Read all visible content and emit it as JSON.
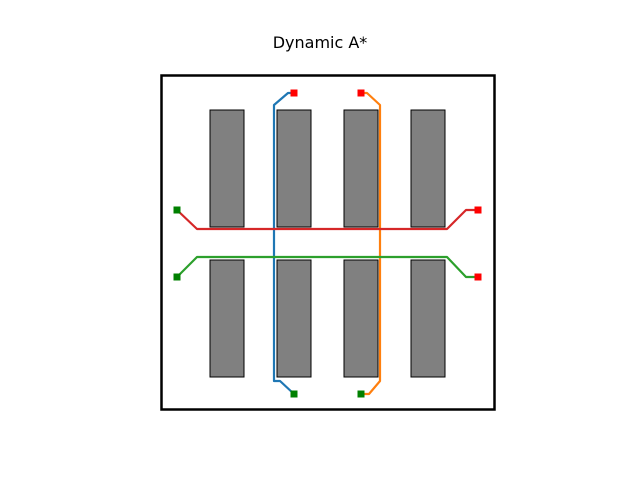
{
  "title": "Dynamic A*",
  "colors": {
    "background": "#ffffff",
    "frame": "#000000",
    "obstacle_fill": "#808080",
    "obstacle_stroke": "#000000",
    "start_marker": "#008000",
    "goal_marker": "#ff0000"
  },
  "obstacles": [
    {
      "id": "top-1"
    },
    {
      "id": "top-2"
    },
    {
      "id": "top-3"
    },
    {
      "id": "top-4"
    },
    {
      "id": "bottom-1"
    },
    {
      "id": "bottom-2"
    },
    {
      "id": "bottom-3"
    },
    {
      "id": "bottom-4"
    }
  ],
  "paths": [
    {
      "id": "blue",
      "color": "#1f77b4"
    },
    {
      "id": "orange",
      "color": "#ff7f0e"
    },
    {
      "id": "red",
      "color": "#d62728"
    },
    {
      "id": "green",
      "color": "#2ca02c"
    }
  ],
  "markers": [
    {
      "kind": "goal",
      "path": "blue"
    },
    {
      "kind": "goal",
      "path": "orange"
    },
    {
      "kind": "start",
      "path": "red"
    },
    {
      "kind": "goal",
      "path": "red"
    },
    {
      "kind": "start",
      "path": "green"
    },
    {
      "kind": "goal",
      "path": "green"
    },
    {
      "kind": "start",
      "path": "blue"
    },
    {
      "kind": "start",
      "path": "orange"
    }
  ]
}
